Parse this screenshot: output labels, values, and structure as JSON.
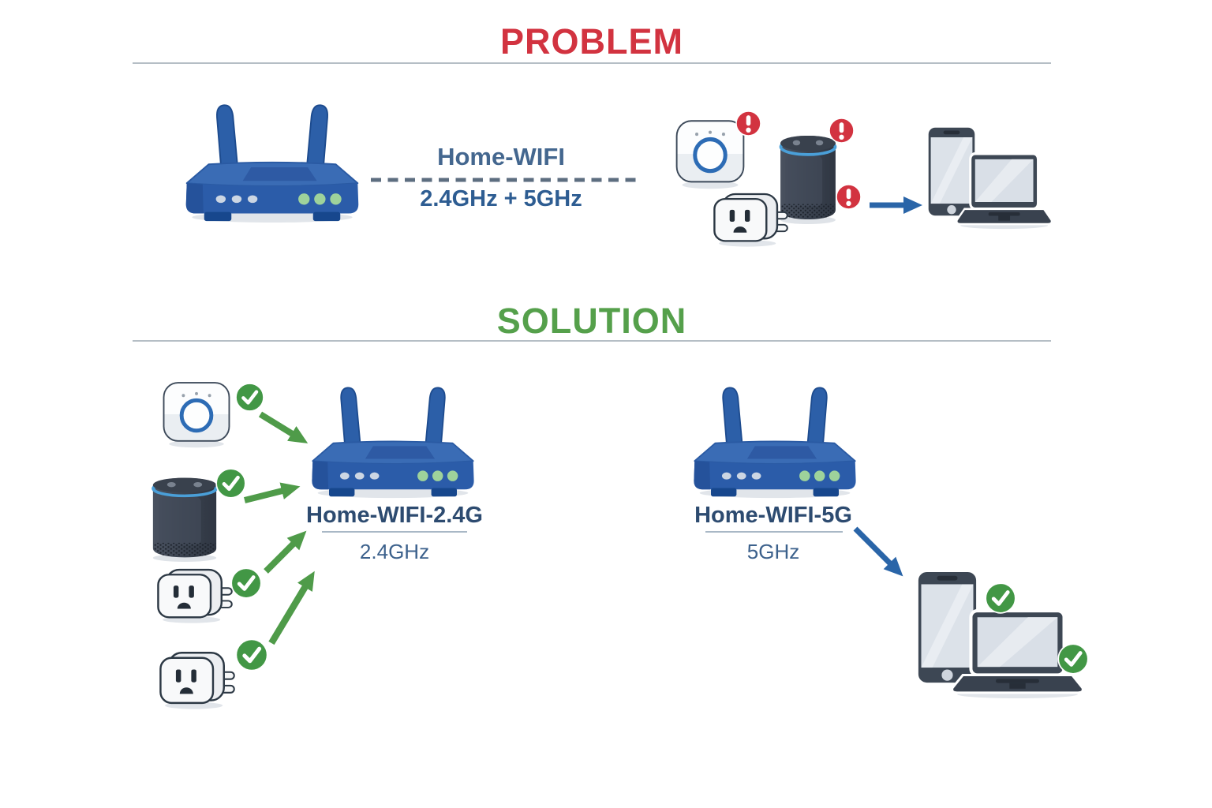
{
  "problem": {
    "title": "PROBLEM",
    "network": {
      "ssid": "Home-WIFI",
      "bands": "2.4GHz + 5GHz"
    },
    "router": "wifi-router",
    "smart_devices": [
      {
        "device": "smart-hub",
        "status": "alert"
      },
      {
        "device": "smart-speaker",
        "status": "alert"
      },
      {
        "device": "smart-plug",
        "status": "alert"
      }
    ],
    "client_devices": [
      {
        "device": "smartphone"
      },
      {
        "device": "laptop"
      }
    ]
  },
  "solution": {
    "title": "SOLUTION",
    "network_24": {
      "ssid": "Home-WIFI-2.4G",
      "band": "2.4GHz"
    },
    "network_5": {
      "ssid": "Home-WIFI-5G",
      "band": "5GHz"
    },
    "smart_devices": [
      {
        "device": "smart-hub",
        "status": "check",
        "connects_to": "Home-WIFI-2.4G"
      },
      {
        "device": "smart-speaker",
        "status": "check",
        "connects_to": "Home-WIFI-2.4G"
      },
      {
        "device": "smart-plug",
        "status": "check",
        "connects_to": "Home-WIFI-2.4G"
      },
      {
        "device": "smart-plug",
        "status": "check",
        "connects_to": "Home-WIFI-2.4G"
      }
    ],
    "client_devices": [
      {
        "device": "smartphone",
        "status": "check",
        "connects_to": "Home-WIFI-5G"
      },
      {
        "device": "laptop",
        "status": "check",
        "connects_to": "Home-WIFI-5G"
      }
    ]
  },
  "colors": {
    "problem_title": "#d23340",
    "solution_title": "#55a04b",
    "alert_red": "#d23340",
    "check_green": "#429745",
    "arrow_green": "#4f9b49",
    "arrow_blue": "#2a65a8",
    "router_blue": "#2e62ac",
    "ssid_text": "#44678f",
    "band_text": "#2e5d92",
    "solution_label_text": "#2d4b70",
    "divider_gray": "#b5bec5",
    "background": "#ffffff"
  }
}
